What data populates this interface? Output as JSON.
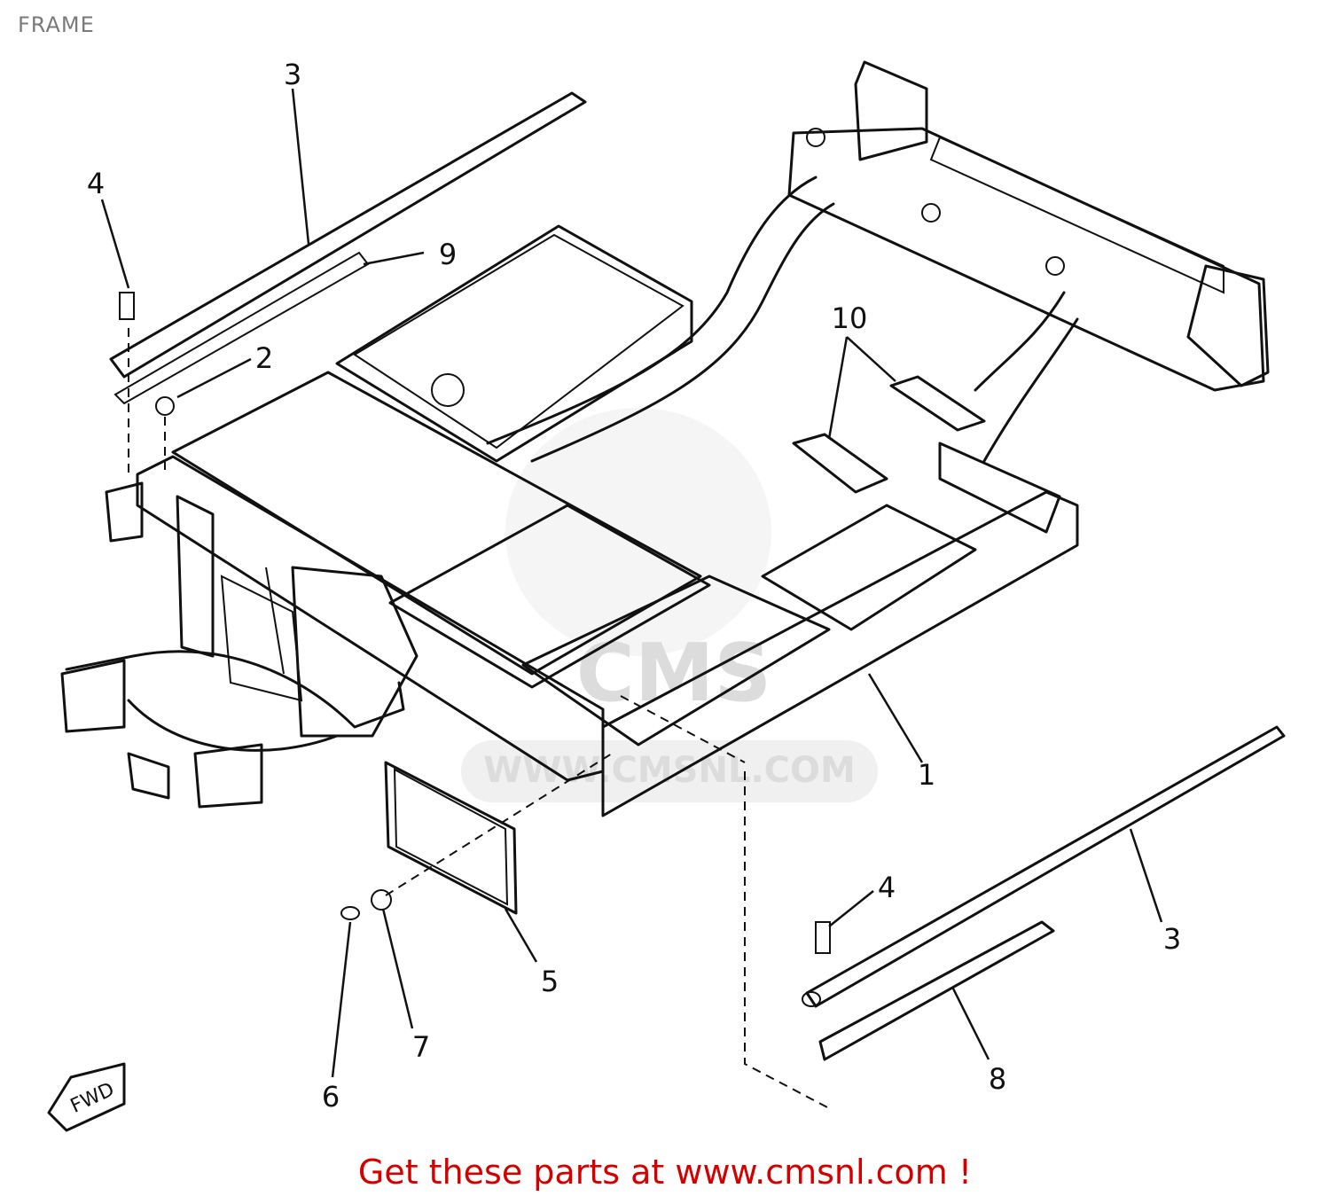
{
  "header": {
    "title": "FRAME"
  },
  "callouts": [
    "1",
    "2",
    "3",
    "3",
    "4",
    "4",
    "5",
    "6",
    "7",
    "8",
    "9",
    "10"
  ],
  "watermark": {
    "text": "WWW.CMSNL.COM",
    "logo": "CMS"
  },
  "direction_marker": {
    "text": "FWD"
  },
  "footer": {
    "link_text": "Get these parts at www.cmsnl.com !"
  },
  "colors": {
    "line": "#111111",
    "footer": "#d40000",
    "title": "#7a7a7a",
    "watermark": "#dcdcdc"
  }
}
